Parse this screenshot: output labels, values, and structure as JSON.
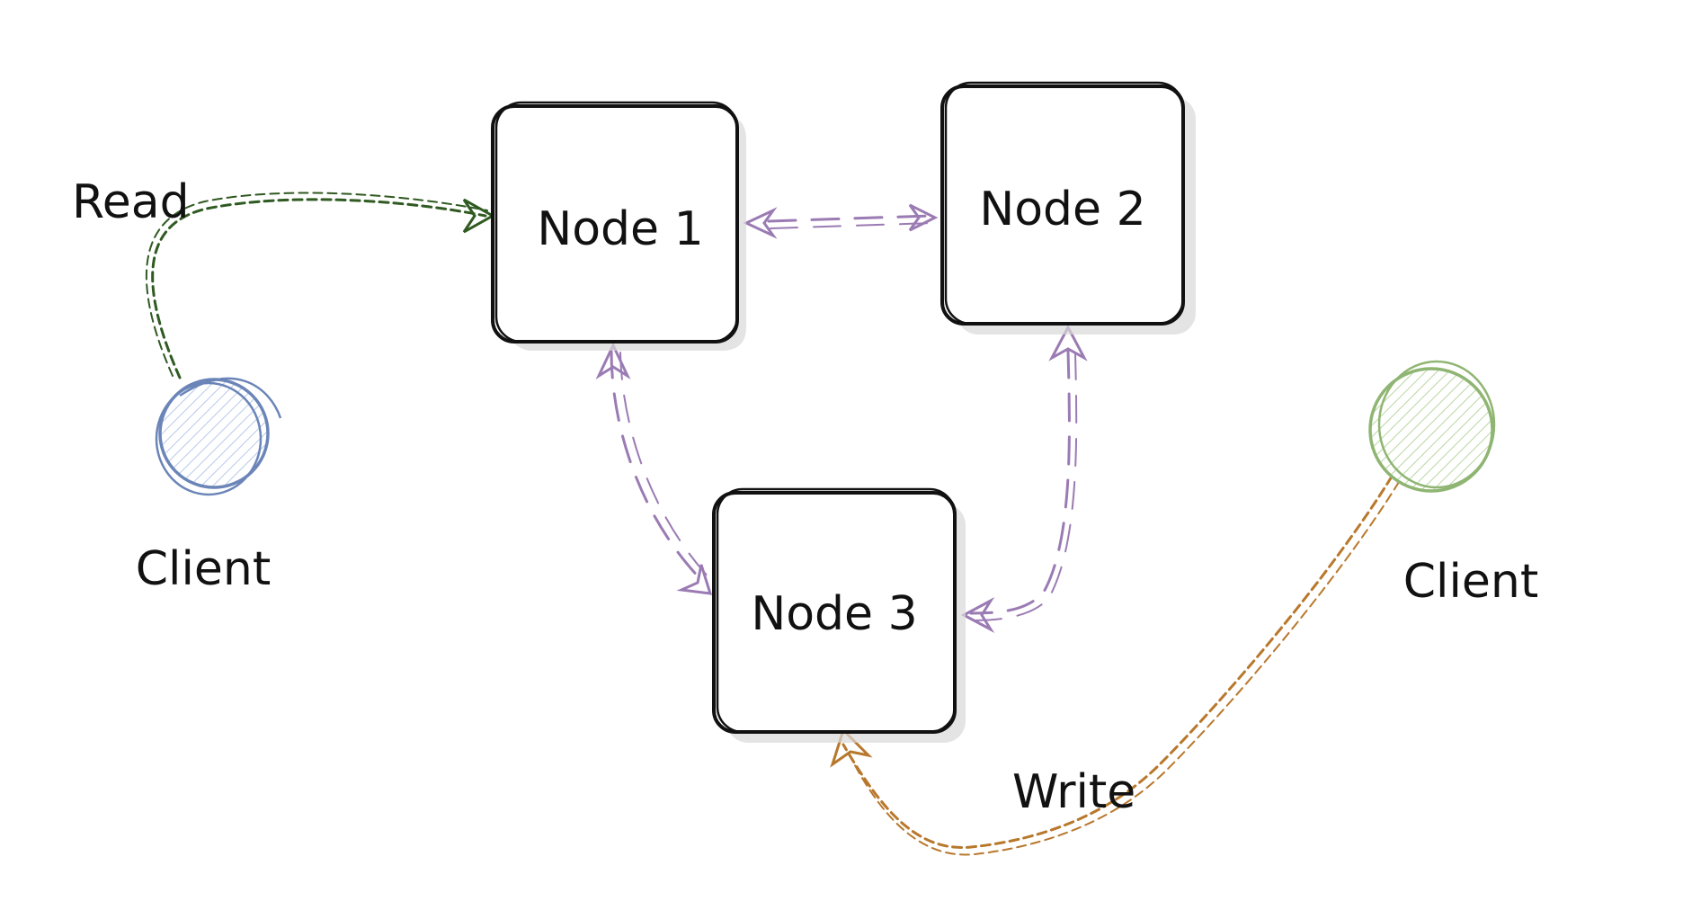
{
  "diagram": {
    "nodes": [
      {
        "id": "node1",
        "label": "Node 1"
      },
      {
        "id": "node2",
        "label": "Node 2"
      },
      {
        "id": "node3",
        "label": "Node 3"
      }
    ],
    "clients": [
      {
        "id": "client-left",
        "label": "Client",
        "color": "#6b85b8",
        "fill": "#c9d6ee"
      },
      {
        "id": "client-right",
        "label": "Client",
        "color": "#8fb572",
        "fill": "#c6dcb4"
      }
    ],
    "edges": [
      {
        "id": "read",
        "from": "client-left",
        "to": "node1",
        "label": "Read",
        "color": "#2f5a21"
      },
      {
        "id": "write",
        "from": "client-right",
        "to": "node3",
        "label": "Write",
        "color": "#b8782c"
      },
      {
        "id": "n1-n2",
        "from": "node1",
        "to": "node2",
        "color": "#9a7bb3",
        "bidirectional": true
      },
      {
        "id": "n1-n3",
        "from": "node1",
        "to": "node3",
        "color": "#9a7bb3",
        "bidirectional": true
      },
      {
        "id": "n2-n3",
        "from": "node2",
        "to": "node3",
        "color": "#9a7bb3",
        "bidirectional": true
      }
    ]
  }
}
